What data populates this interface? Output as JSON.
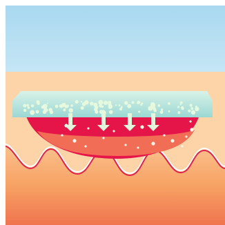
{
  "colors": {
    "sky_top": "#a9d8f0",
    "sky_bottom": "#c5e6f5",
    "skin_surface": "#fdd3a8",
    "skin_deep_top": "#fbc08c",
    "skin_deep_mid": "#f7a264",
    "skin_deep_bottom": "#f0744f",
    "wave_line": "#e0224a",
    "wave_highlight": "#ffffff",
    "pad_top": "#d9f2e8",
    "pad_bottom": "#9bd8d3",
    "pad_bubbles": "#e6f8dd",
    "wound_outer": "#e5154a",
    "wound_inner": "#f26d55",
    "arrow_fill": "#e3f6dc",
    "particles": "#fff1e6"
  },
  "icons": {
    "pad_bubbles": "bubbles-icon",
    "arrows": "down-arrow-icon",
    "particles": "dots-icon"
  },
  "diagram": {
    "layers": [
      "air",
      "skin-surface",
      "dressing-pad",
      "wound-bed",
      "tissue"
    ],
    "arrow_count": 4,
    "arrow_direction": "down"
  }
}
